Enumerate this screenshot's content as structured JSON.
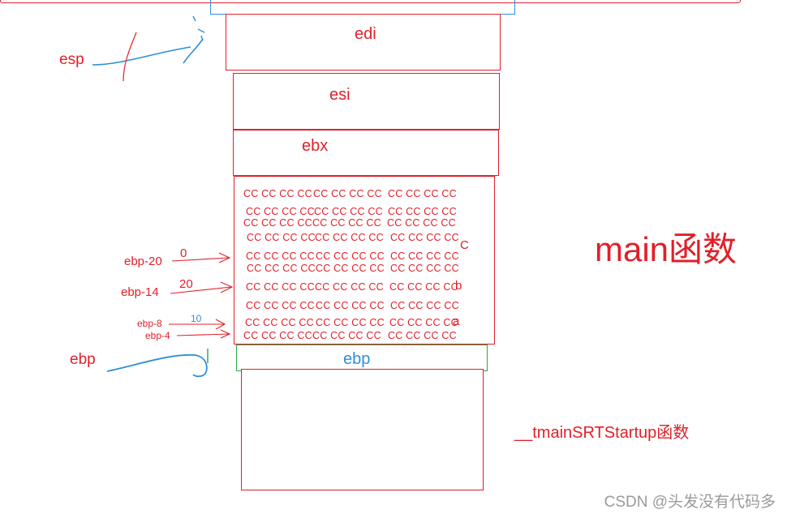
{
  "stack": {
    "edi": "edi",
    "esi": "esi",
    "ebx": "ebx",
    "ebp_saved": "ebp",
    "cc_rows": [
      [
        "CC CC CC CC",
        "CC CC CC CC",
        "CC CC CC CC"
      ],
      [
        "CC CC CC CC",
        "CC CC CC CC",
        "CC CC CC CC"
      ],
      [
        "CC CC CC CC",
        "CC CC CC CC",
        "CC CC CC CC"
      ],
      [
        "CC CC CC CC",
        "CC CC CC CC",
        "CC CC CC CC"
      ],
      [
        "CC CC CC CC",
        "CC CC CC CC",
        "CC CC CC CC"
      ],
      [
        "CC CC CC CC",
        "CC CC CC CC",
        "CC CC CC CC"
      ],
      [
        "CC CC CC CC",
        "CC CC CC CC",
        "CC CC CC CC"
      ],
      [
        "CC CC CC CC",
        "CC CC CC CC",
        "CC CC CC CC"
      ],
      [
        "CC CC CC CC",
        "CC CC CC CC",
        "CC CC CC CC"
      ],
      [
        "CC CC CC CC",
        "CC CC CC CC",
        "CC CC CC CC"
      ],
      [
        "CC CC CC CC",
        "CC CC CC CC",
        "CC CC CC CC"
      ]
    ],
    "var_c": "C",
    "var_b": "b",
    "var_a": "a"
  },
  "pointers": {
    "esp": "esp",
    "ebp": "ebp",
    "ebp_20": "ebp-20",
    "ebp_20_value": "0",
    "ebp_14": "ebp-14",
    "ebp_14_value": "20",
    "ebp_8": "ebp-8",
    "ebp_8_value": "10",
    "ebp_4": "ebp-4"
  },
  "frames": {
    "main": "main函数",
    "startup": "__tmainSRTStartup函数"
  },
  "watermark": "CSDN @头发没有代码多",
  "colors": {
    "red": "#e0202a",
    "blue": "#2e8fd8",
    "green": "#2ea84a",
    "gray": "#9a9a9a"
  }
}
